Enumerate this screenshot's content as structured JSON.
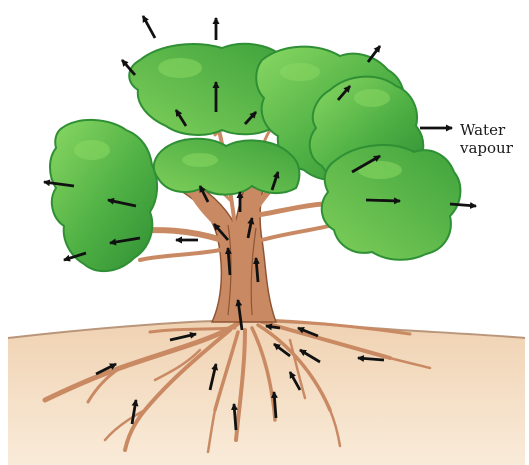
{
  "diagram": {
    "label": {
      "line1": "Water",
      "line2": "vapour"
    },
    "colors": {
      "soil": "#f3dcc0",
      "soil_edge": "#b9957a",
      "trunk": "#c98a63",
      "trunk_dark": "#8e5535",
      "leaf_light": "#7fcf5a",
      "leaf_mid": "#4fb044",
      "leaf_dark": "#2f8f34",
      "arrow": "#111111"
    },
    "icons": [
      "tree",
      "roots",
      "arrow"
    ]
  }
}
